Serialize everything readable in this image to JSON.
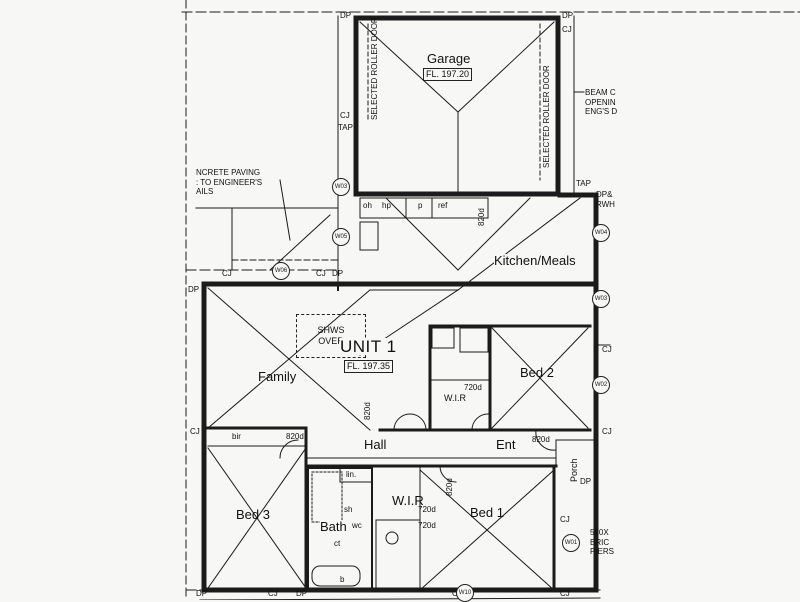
{
  "garage": {
    "name": "Garage",
    "level": "FL. 197.20",
    "door_left": "SELECTED ROLLER DOOR",
    "door_right": "SELECTED ROLLER DOOR"
  },
  "unit": {
    "name": "UNIT 1",
    "level": "FL. 197.35",
    "shws": "SHWS\nOVER"
  },
  "rooms": {
    "kitchen": "Kitchen/Meals",
    "family": "Family",
    "bed2": "Bed 2",
    "bed3": "Bed 3",
    "bed1": "Bed 1",
    "bath": "Bath",
    "hall": "Hall",
    "ent": "Ent",
    "porch": "Porch",
    "wir1": "W.I.R",
    "wir2": "W.I.R"
  },
  "fixtures": {
    "oh": "oh",
    "hp": "hp",
    "p": "p",
    "ref": "ref",
    "bir": "bir",
    "lin": "lin.",
    "sh": "sh",
    "wc": "wc",
    "ct": "ct",
    "b": "b"
  },
  "doors": {
    "d1": "820d",
    "d2": "820d",
    "d3": "820d",
    "d4": "820d",
    "d5": "720d",
    "d6": "720d",
    "d7": "720d",
    "d8": "820d"
  },
  "windows": [
    "W03",
    "W05",
    "W06",
    "W04",
    "W03",
    "W02",
    "W01",
    "W10"
  ],
  "notes": {
    "cj1": "CJ",
    "cj2": "CJ",
    "cj3": "CJ",
    "cj4": "CJ",
    "cj5": "CJ",
    "cj6": "CJ",
    "cj7": "CJ",
    "cj8": "CJ",
    "cj9": "CJ",
    "cj10": "CJ",
    "cj11": "CJ",
    "dp1": "DP",
    "dp2": "DP",
    "dp3": "DP",
    "dp4": "DP",
    "dp5": "DP",
    "dp6": "DP",
    "dp7": "DP",
    "tap1": "TAP",
    "tap2": "TAP",
    "dp_rwh": "DP&\nRWH",
    "paving": "NCRETE PAVING\n: TO ENGINEER'S\nAILS",
    "beam": "BEAM C\nOPENIN\nENG'S D",
    "piers": "590X\nBRIC\nPIERS"
  }
}
